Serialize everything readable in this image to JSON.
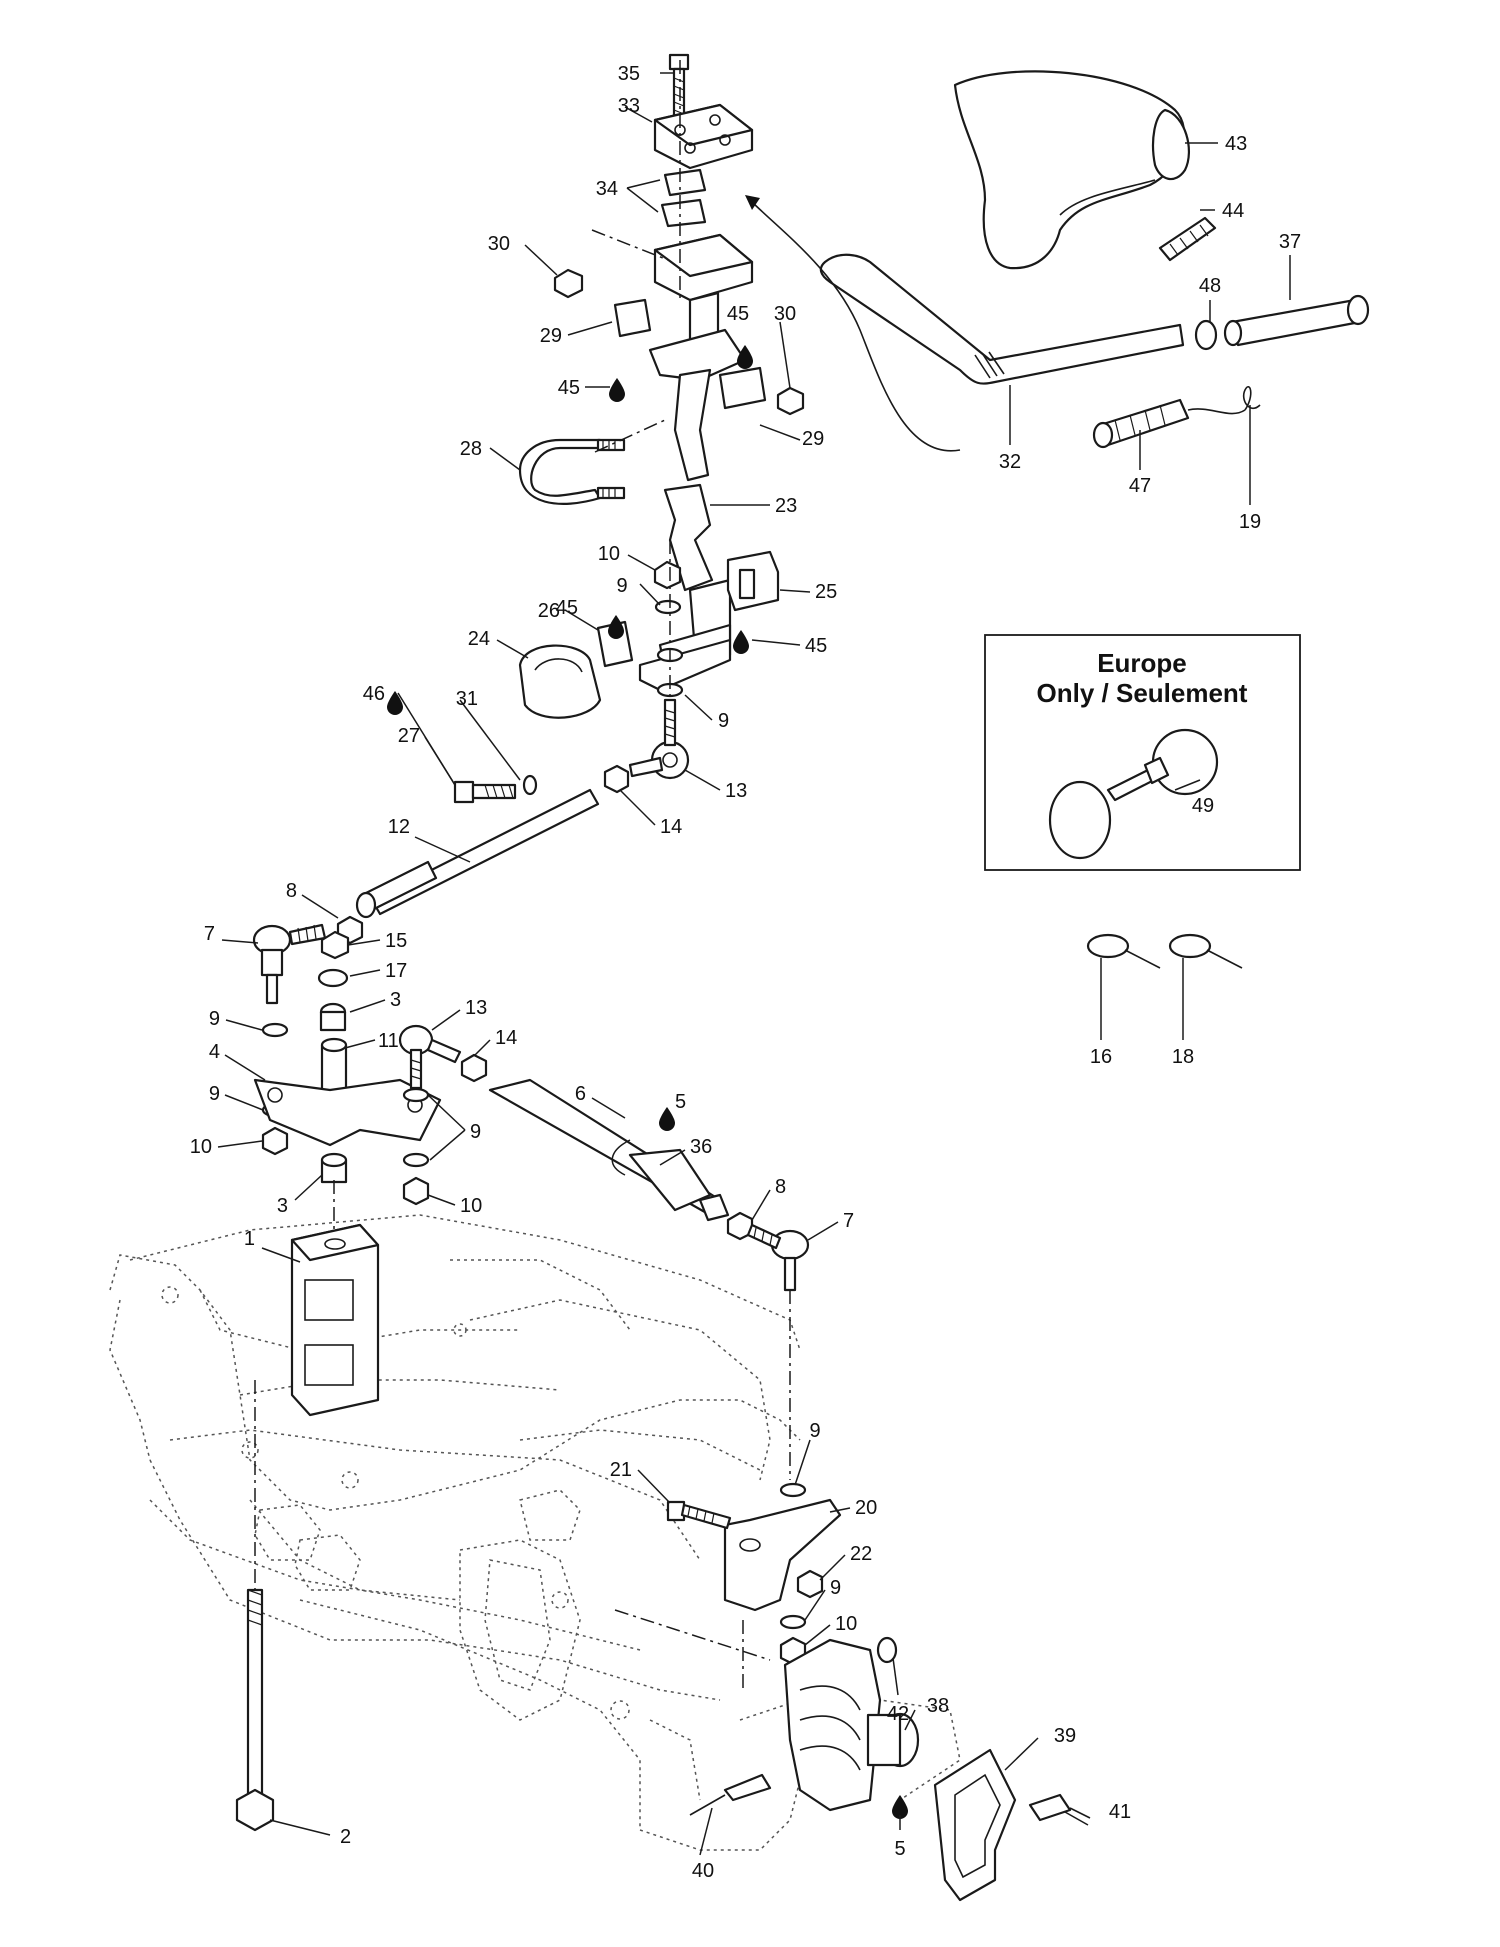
{
  "diagram": {
    "type": "exploded-parts-view",
    "callouts": [
      {
        "id": "c35",
        "label": "35"
      },
      {
        "id": "c33",
        "label": "33"
      },
      {
        "id": "c34",
        "label": "34"
      },
      {
        "id": "c30a",
        "label": "30"
      },
      {
        "id": "c30b",
        "label": "30"
      },
      {
        "id": "c29a",
        "label": "29"
      },
      {
        "id": "c29b",
        "label": "29"
      },
      {
        "id": "c45a",
        "label": "45"
      },
      {
        "id": "c45b",
        "label": "45"
      },
      {
        "id": "c45c",
        "label": "45"
      },
      {
        "id": "c45d",
        "label": "45"
      },
      {
        "id": "c28",
        "label": "28"
      },
      {
        "id": "c23",
        "label": "23"
      },
      {
        "id": "c10a",
        "label": "10"
      },
      {
        "id": "c9a",
        "label": "9"
      },
      {
        "id": "c26",
        "label": "26"
      },
      {
        "id": "c25",
        "label": "25"
      },
      {
        "id": "c24",
        "label": "24"
      },
      {
        "id": "c46",
        "label": "46"
      },
      {
        "id": "c31",
        "label": "31"
      },
      {
        "id": "c27",
        "label": "27"
      },
      {
        "id": "c9b",
        "label": "9"
      },
      {
        "id": "c13a",
        "label": "13"
      },
      {
        "id": "c14a",
        "label": "14"
      },
      {
        "id": "c12",
        "label": "12"
      },
      {
        "id": "c8a",
        "label": "8"
      },
      {
        "id": "c7a",
        "label": "7"
      },
      {
        "id": "c15",
        "label": "15"
      },
      {
        "id": "c17",
        "label": "17"
      },
      {
        "id": "c3a",
        "label": "3"
      },
      {
        "id": "c9c",
        "label": "9"
      },
      {
        "id": "c13b",
        "label": "13"
      },
      {
        "id": "c14b",
        "label": "14"
      },
      {
        "id": "c4",
        "label": "4"
      },
      {
        "id": "c11",
        "label": "11"
      },
      {
        "id": "c9d",
        "label": "9"
      },
      {
        "id": "c6",
        "label": "6"
      },
      {
        "id": "c5a",
        "label": "5"
      },
      {
        "id": "c10b",
        "label": "10"
      },
      {
        "id": "c9e",
        "label": "9"
      },
      {
        "id": "c36",
        "label": "36"
      },
      {
        "id": "c3b",
        "label": "3"
      },
      {
        "id": "c10c",
        "label": "10"
      },
      {
        "id": "c8b",
        "label": "8"
      },
      {
        "id": "c7b",
        "label": "7"
      },
      {
        "id": "c1",
        "label": "1"
      },
      {
        "id": "c43",
        "label": "43"
      },
      {
        "id": "c44",
        "label": "44"
      },
      {
        "id": "c37",
        "label": "37"
      },
      {
        "id": "c48",
        "label": "48"
      },
      {
        "id": "c32",
        "label": "32"
      },
      {
        "id": "c47",
        "label": "47"
      },
      {
        "id": "c19",
        "label": "19"
      },
      {
        "id": "c49",
        "label": "49"
      },
      {
        "id": "c16",
        "label": "16"
      },
      {
        "id": "c18",
        "label": "18"
      },
      {
        "id": "c9f",
        "label": "9"
      },
      {
        "id": "c21",
        "label": "21"
      },
      {
        "id": "c20",
        "label": "20"
      },
      {
        "id": "c22",
        "label": "22"
      },
      {
        "id": "c9g",
        "label": "9"
      },
      {
        "id": "c10d",
        "label": "10"
      },
      {
        "id": "c42",
        "label": "42"
      },
      {
        "id": "c2",
        "label": "2"
      },
      {
        "id": "c38",
        "label": "38"
      },
      {
        "id": "c39",
        "label": "39"
      },
      {
        "id": "c41",
        "label": "41"
      },
      {
        "id": "c40",
        "label": "40"
      },
      {
        "id": "c5b",
        "label": "5"
      }
    ],
    "europe_box": {
      "line1": "Europe",
      "line2": "Only / Seulement"
    }
  }
}
